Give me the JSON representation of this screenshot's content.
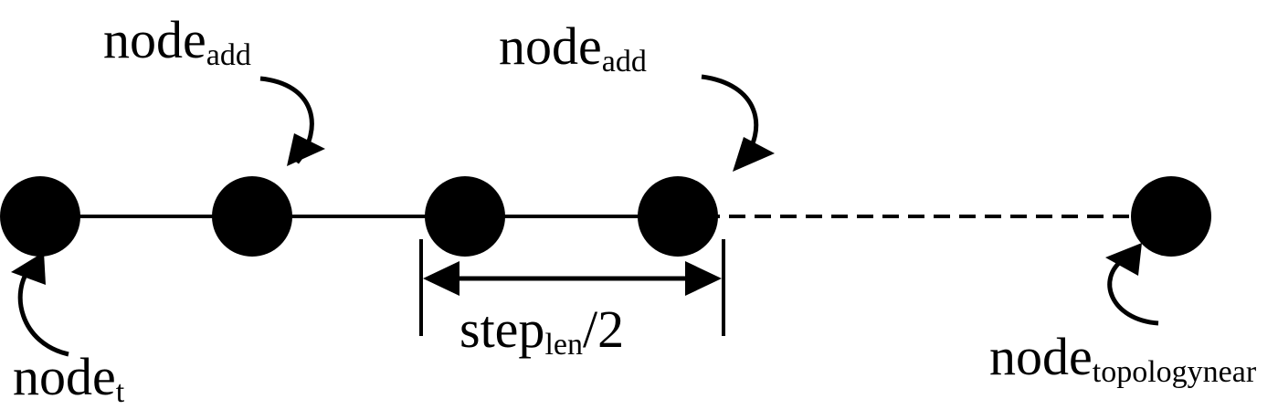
{
  "diagram": {
    "colors": {
      "ink": "#000000",
      "background": "#ffffff"
    },
    "labels": {
      "node_add_1": {
        "base": "node",
        "sub": "add"
      },
      "node_add_2": {
        "base": "node",
        "sub": "add"
      },
      "node_t": {
        "base": "node",
        "sub": "t"
      },
      "step_len": {
        "base": "step",
        "sub": "len",
        "suffix": "/2"
      },
      "node_topology_near": {
        "base": "node",
        "sub": "topologynear"
      }
    }
  }
}
